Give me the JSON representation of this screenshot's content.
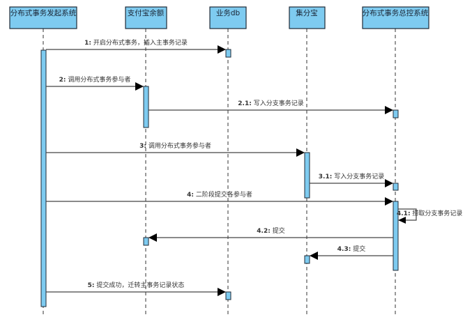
{
  "diagram": {
    "type": "sequence",
    "colors": {
      "lifeline_fill": "#7ecbf0",
      "border": "#1f2a36",
      "arrow": "#000000"
    },
    "lifelines": [
      {
        "id": "initiator",
        "label": "分布式事务发起系统"
      },
      {
        "id": "alipay",
        "label": "支付宝余额"
      },
      {
        "id": "db",
        "label": "业务db"
      },
      {
        "id": "jifenbao",
        "label": "集分宝"
      },
      {
        "id": "coordinator",
        "label": "分布式事务总控系统"
      }
    ],
    "messages": [
      {
        "num": "1",
        "text": "开启分布式事务，插入主事务记录",
        "from": "initiator",
        "to": "db"
      },
      {
        "num": "2",
        "text": "调用分布式事务参与者",
        "from": "initiator",
        "to": "alipay"
      },
      {
        "num": "2.1",
        "text": "写入分支事务记录",
        "from": "alipay",
        "to": "coordinator"
      },
      {
        "num": "3",
        "text": "调用分布式事务参与者",
        "from": "initiator",
        "to": "jifenbao"
      },
      {
        "num": "3.1",
        "text": "写入分支事务记录",
        "from": "jifenbao",
        "to": "coordinator"
      },
      {
        "num": "4",
        "text": "二阶段提交各参与者",
        "from": "initiator",
        "to": "coordinator"
      },
      {
        "num": "4.1",
        "text": "捞取分支事务记录",
        "from": "coordinator",
        "to": "coordinator"
      },
      {
        "num": "4.2",
        "text": "提交",
        "from": "coordinator",
        "to": "alipay"
      },
      {
        "num": "4.3",
        "text": "提交",
        "from": "coordinator",
        "to": "jifenbao"
      },
      {
        "num": "5",
        "text": "提交成功，迁转主事务记录状态",
        "from": "initiator",
        "to": "db"
      }
    ]
  }
}
